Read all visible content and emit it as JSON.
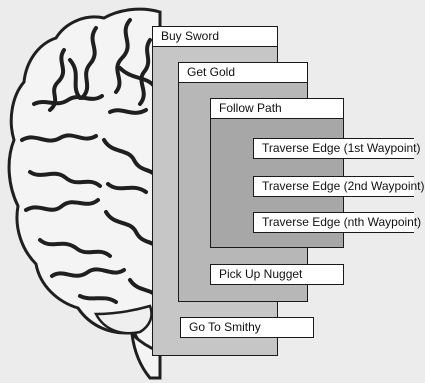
{
  "goals": {
    "buy_sword": "Buy Sword",
    "get_gold": "Get Gold",
    "follow_path": "Follow Path",
    "traverse_1": "Traverse Edge (1st Waypoint)",
    "traverse_2": "Traverse Edge (2nd Waypoint)",
    "traverse_n": "Traverse Edge (nth Waypoint)",
    "pick_up_nugget": "Pick Up Nugget",
    "go_to_smithy": "Go To Smithy"
  },
  "colors": {
    "background": "#ececec",
    "brain_fill": "#f4f4f4",
    "brain_outline": "#1f1f1f",
    "level1_fill": "#c6c6c6",
    "level2_fill": "#b7b7b7",
    "level3_fill": "#a7a7a7",
    "label_fill": "#ffffff"
  },
  "image": "brain-line-art"
}
